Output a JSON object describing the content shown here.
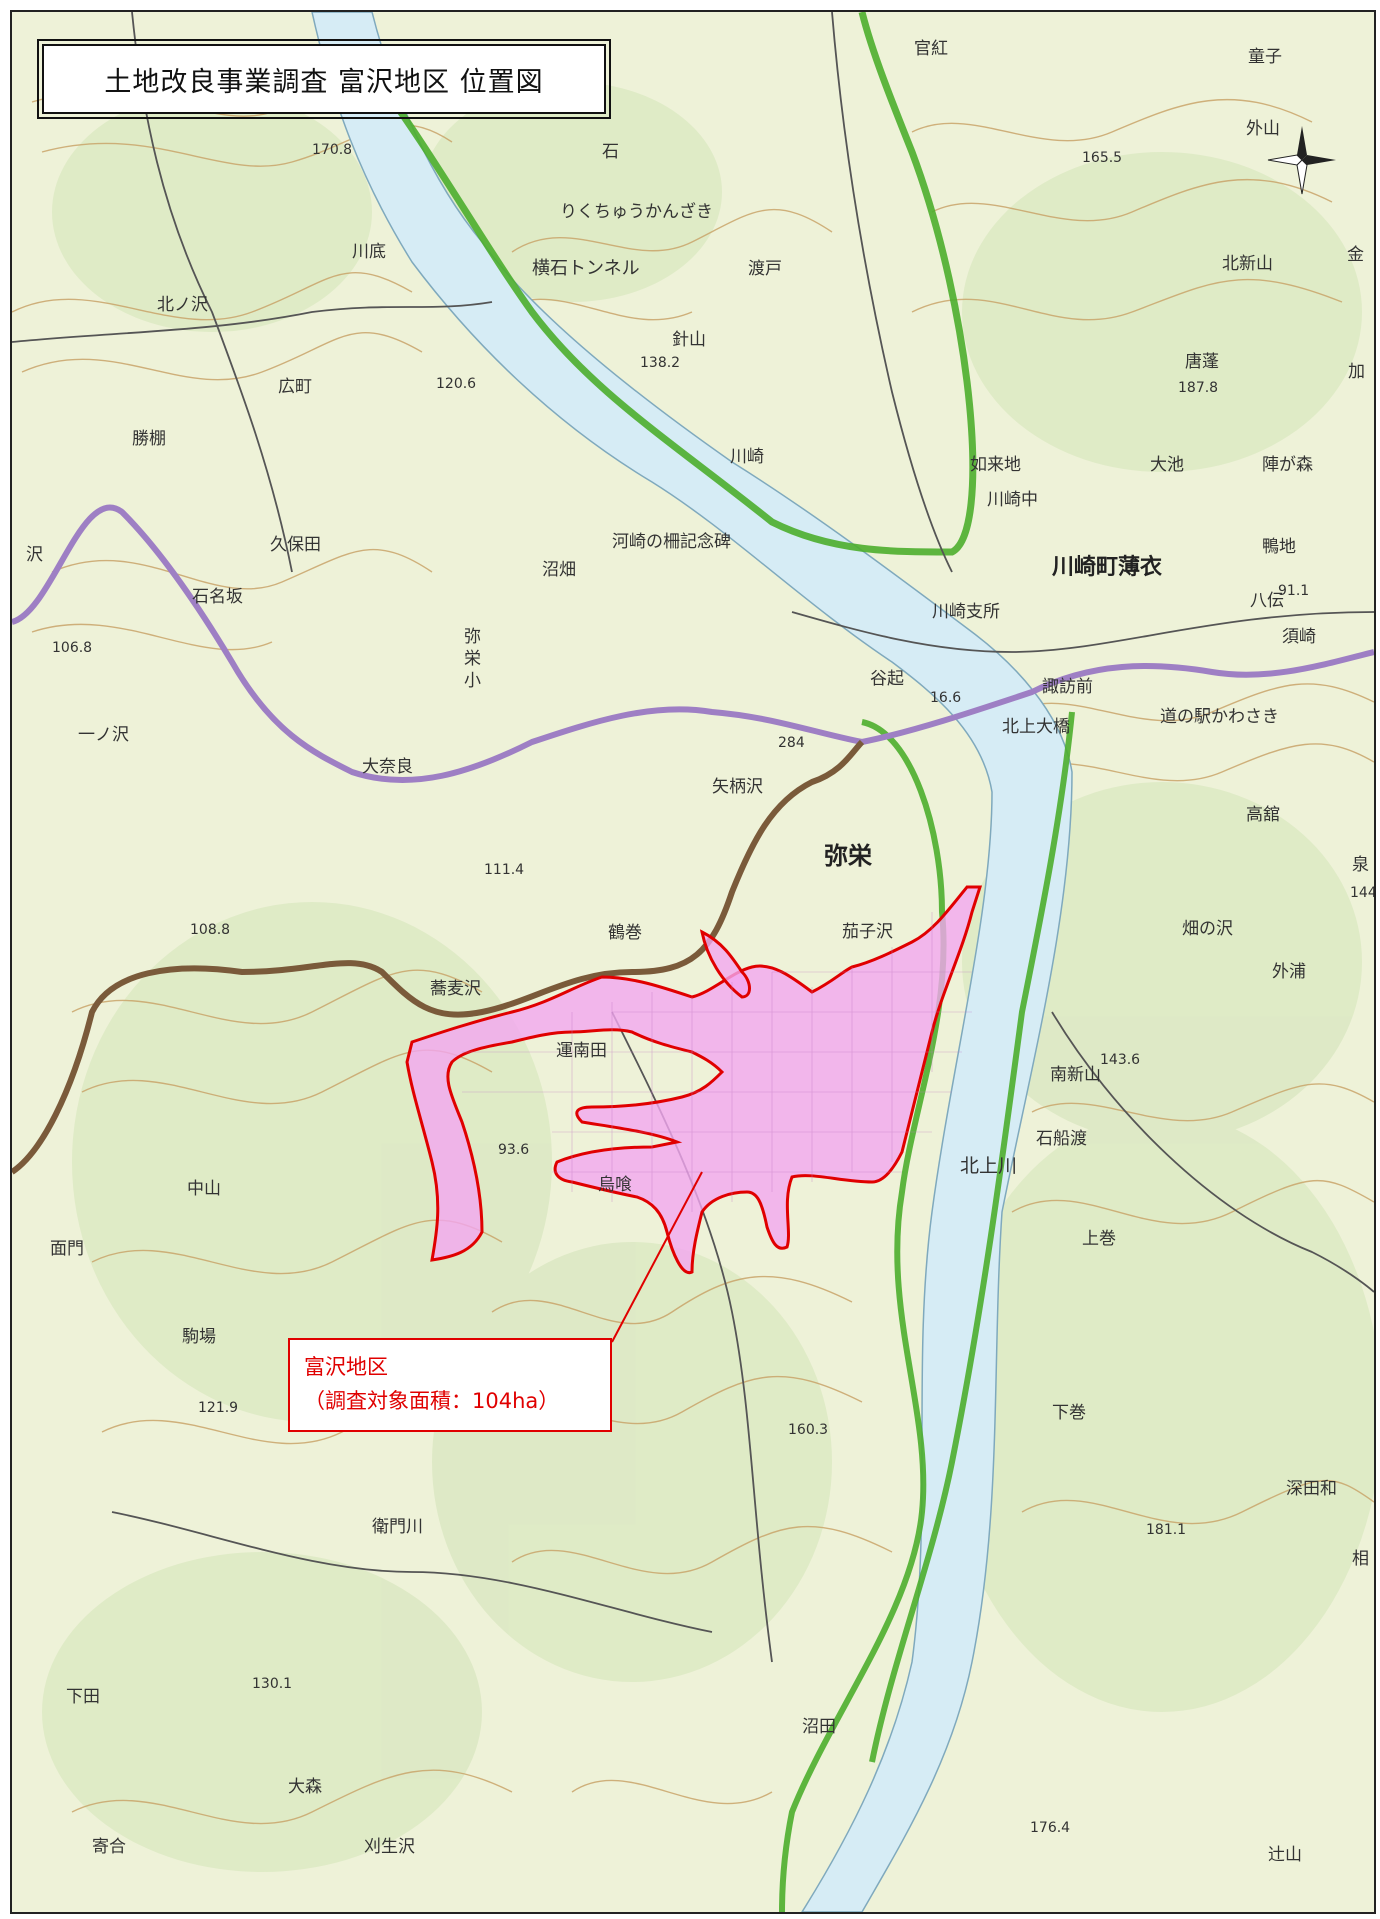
{
  "title": "土地改良事業調査 富沢地区 位置図",
  "callout": {
    "line1": "富沢地区",
    "line2": "（調査対象面積：104ha）"
  },
  "colors": {
    "background": "#eef2d8",
    "contour": "#c9a46a",
    "forest_green": "#6aa84f",
    "river": "#d6ecf5",
    "river_edge": "#7fa9bd",
    "national_route": "#9e7fc4",
    "prefecture_border": "#7a5a3a",
    "rail_green": "#4cae2e",
    "target_area_fill": "#f3a6f0",
    "target_area_border": "#e00000"
  },
  "place_labels": [
    "官紅",
    "童子",
    "外山",
    "石",
    "りくちゅうかんざき",
    "横石トンネル",
    "渡戸",
    "北新山",
    "川底",
    "北ノ沢",
    "金",
    "針山",
    "広町",
    "唐蓬",
    "加",
    "勝棚",
    "川崎",
    "如来地",
    "大池",
    "陣が森",
    "川崎中",
    "久保田",
    "河崎の柵記念碑",
    "川崎町薄衣",
    "鴨地",
    "沢",
    "石名坂",
    "沼畑",
    "川崎支所",
    "八伝",
    "須崎",
    "弥",
    "栄",
    "小",
    "谷起",
    "諏訪前",
    "一ノ沢",
    "道の駅かわさき",
    "大奈良",
    "北上大橋",
    "矢柄沢",
    "高舘",
    "泉",
    "弥栄",
    "畑の沢",
    "鶴巻",
    "茄子沢",
    "外浦",
    "蕎麦沢",
    "運南田",
    "南新山",
    "石船渡",
    "中山",
    "烏喰",
    "北上川",
    "面門",
    "上巻",
    "駒場",
    "下巻",
    "深田和",
    "相",
    "衛門川",
    "下田",
    "沼田",
    "大森",
    "寄合",
    "辻山",
    "刈生沢"
  ],
  "elevation_labels": [
    "170.8",
    "165.5",
    "138.2",
    "120.6",
    "187.8",
    "106.8",
    "91.1",
    "16.6",
    "284",
    "111.4",
    "108.8",
    "144",
    "143.6",
    "93.6",
    "121.9",
    "160.3",
    "181.1",
    "130.1",
    "176.4"
  ]
}
